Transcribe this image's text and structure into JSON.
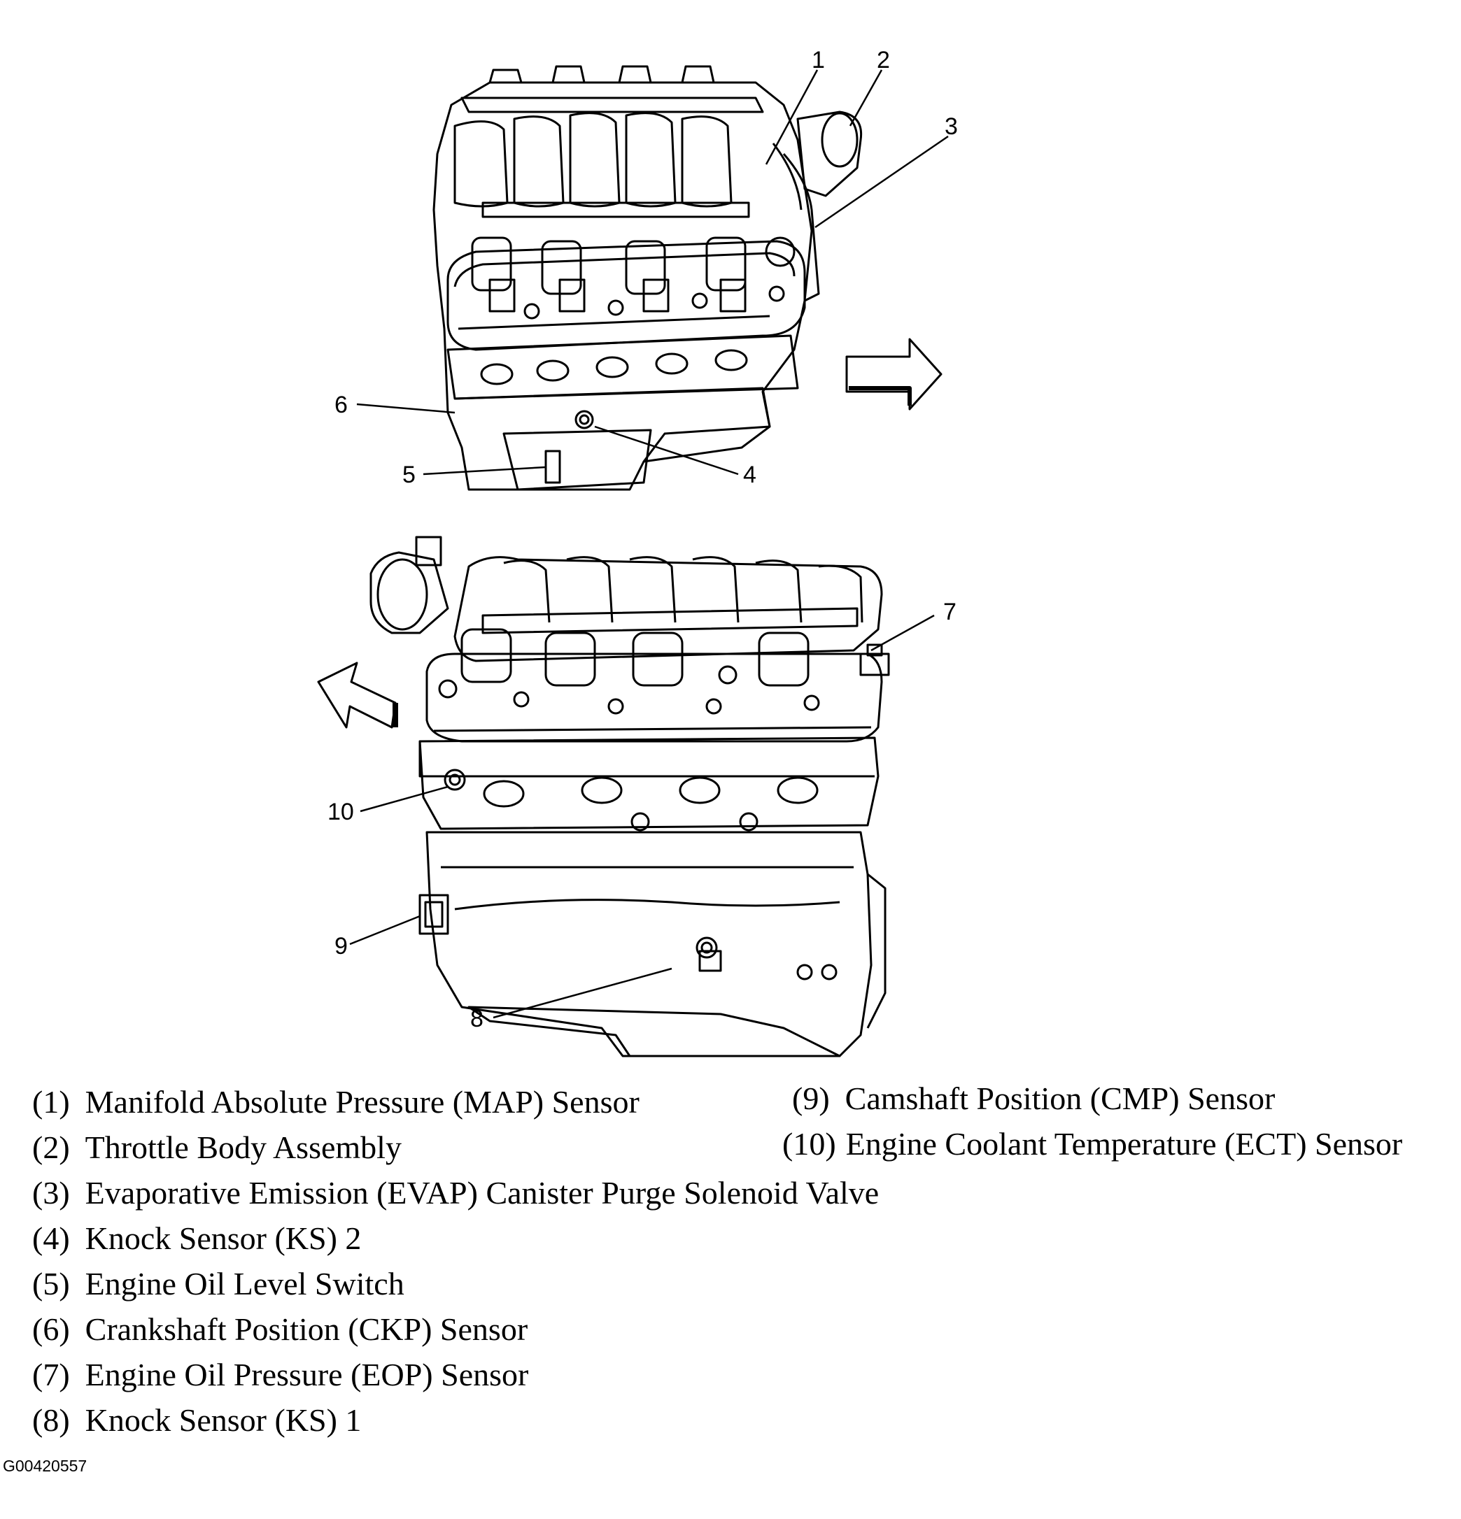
{
  "figure_id": "G00420557",
  "callouts": {
    "c1": "1",
    "c2": "2",
    "c3": "3",
    "c4": "4",
    "c5": "5",
    "c6": "6",
    "c7": "7",
    "c8": "8",
    "c9": "9",
    "c10": "10"
  },
  "legend": [
    {
      "num": "(1)",
      "text": "Manifold Absolute Pressure (MAP) Sensor"
    },
    {
      "num": "(2)",
      "text": "Throttle Body Assembly"
    },
    {
      "num": "(3)",
      "text": "Evaporative Emission (EVAP) Canister Purge Solenoid Valve"
    },
    {
      "num": "(4)",
      "text": "Knock Sensor (KS) 2"
    },
    {
      "num": "(5)",
      "text": "Engine Oil Level Switch"
    },
    {
      "num": "(6)",
      "text": "Crankshaft Position (CKP) Sensor"
    },
    {
      "num": "(7)",
      "text": "Engine Oil Pressure (EOP) Sensor"
    },
    {
      "num": "(8)",
      "text": "Knock Sensor (KS) 1"
    },
    {
      "num": "(9)",
      "text": "Camshaft Position (CMP) Sensor"
    },
    {
      "num": "(10)",
      "text": "Engine Coolant Temperature (ECT) Sensor"
    }
  ]
}
